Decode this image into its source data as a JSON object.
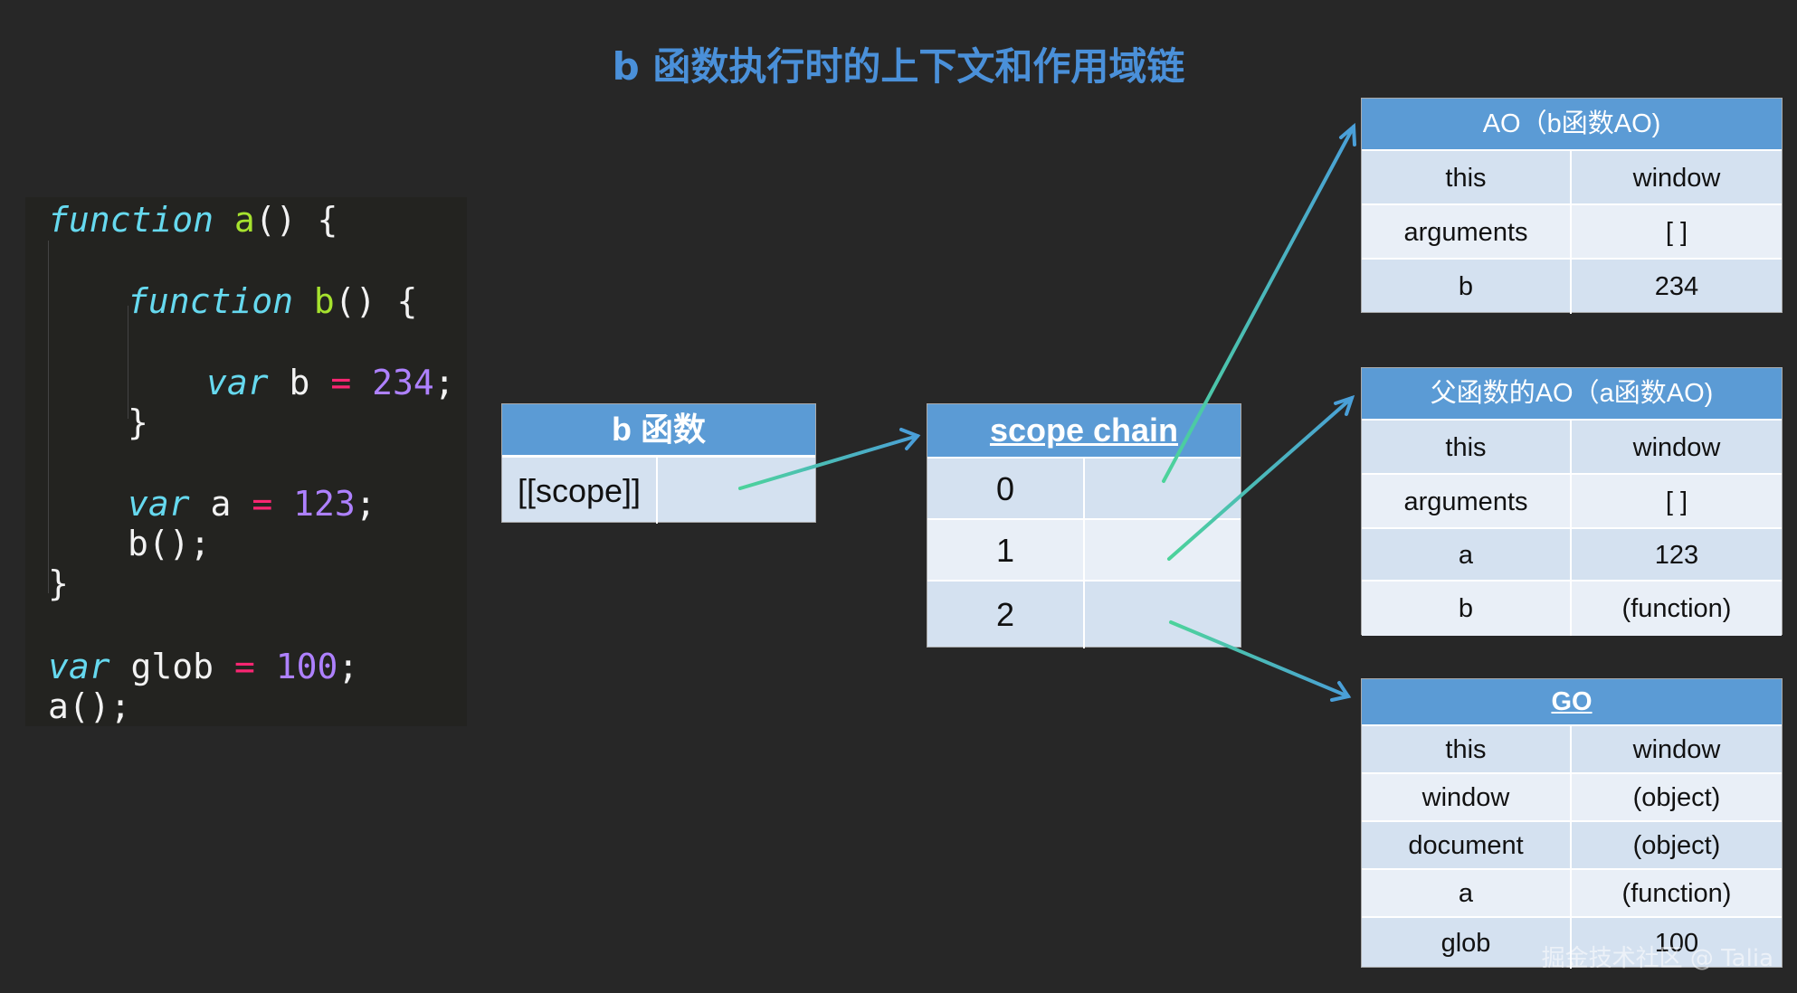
{
  "title": "b 函数执行时的上下文和作用域链",
  "code": {
    "l1": [
      "function",
      "a",
      "() {"
    ],
    "l2": [
      "function",
      "b",
      "() {"
    ],
    "l3": [
      "var",
      "b",
      "=",
      "234",
      ";"
    ],
    "l4": "}",
    "l5": [
      "var",
      "a",
      "=",
      "123",
      ";"
    ],
    "l6": "b();",
    "l7": "}",
    "l8": [
      "var",
      "glob",
      "=",
      "100",
      ";"
    ],
    "l9": "a();"
  },
  "bfunc": {
    "header": "b 函数",
    "scope_label": "[[scope]]"
  },
  "scope_chain": {
    "header": "scope chain",
    "rows": [
      "0",
      "1",
      "2"
    ]
  },
  "ao_b": {
    "header": "AO（b函数AO)",
    "rows": [
      {
        "k": "this",
        "v": "window"
      },
      {
        "k": "arguments",
        "v": "[ ]"
      },
      {
        "k": "b",
        "v": "234"
      }
    ]
  },
  "ao_a": {
    "header": "父函数的AO（a函数AO)",
    "rows": [
      {
        "k": "this",
        "v": "window"
      },
      {
        "k": "arguments",
        "v": "[ ]"
      },
      {
        "k": "a",
        "v": "123"
      },
      {
        "k": "b",
        "v": "(function)"
      }
    ]
  },
  "go": {
    "header": "GO",
    "rows": [
      {
        "k": "this",
        "v": "window"
      },
      {
        "k": "window",
        "v": "(object)"
      },
      {
        "k": "document",
        "v": "(object)"
      },
      {
        "k": "a",
        "v": "(function)"
      },
      {
        "k": "glob",
        "v": "100"
      }
    ]
  },
  "watermark": "掘金技术社区 @ Talia",
  "colors": {
    "background": "#272727",
    "header_blue": "#5b9bd5",
    "cell_light": "#d4e1f0",
    "arrow_green": "#4cd39a",
    "arrow_blue": "#4a9fd8"
  }
}
